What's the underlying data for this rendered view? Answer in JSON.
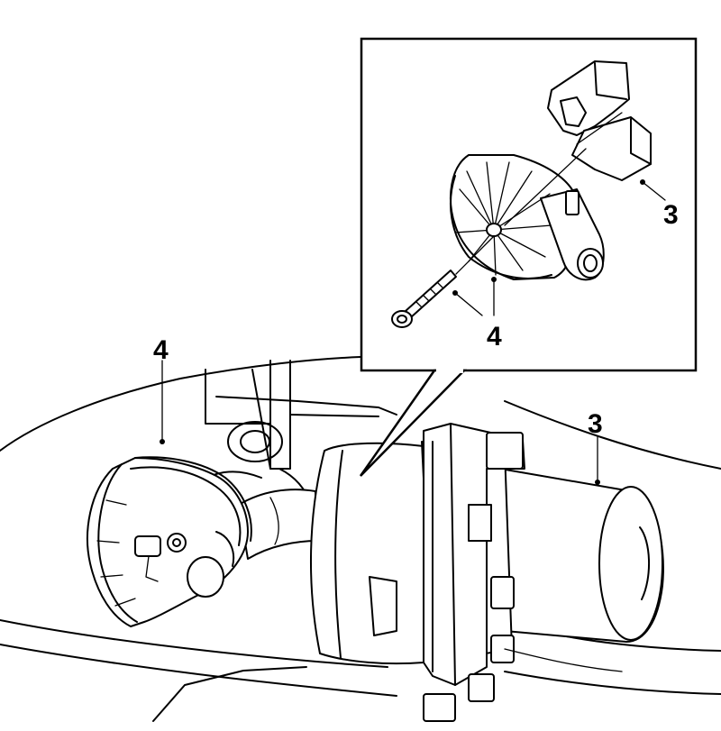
{
  "callouts": {
    "main_pump": "3",
    "main_filter": "4",
    "inset_pump": "3",
    "inset_filter": "4"
  }
}
